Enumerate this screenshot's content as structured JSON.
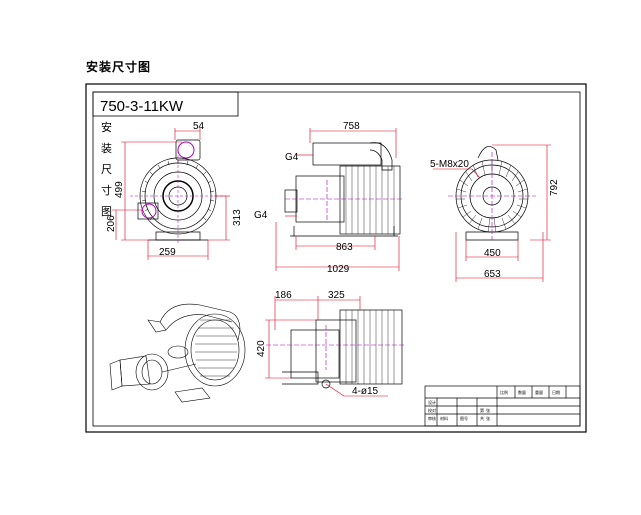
{
  "page": {
    "title": "安装尺寸图"
  },
  "drawing": {
    "model": "750-3-11KW",
    "side_label": [
      "安",
      "装",
      "尺",
      "寸",
      "图"
    ],
    "colors": {
      "line": "#000000",
      "dimension": "#e0001a",
      "centerline": "#b000c0"
    },
    "front_view": {
      "dims": {
        "outlet_offset": "54",
        "height": "499",
        "inlet_height": "206",
        "center_height": "313",
        "base_width": "259"
      }
    },
    "side_view": {
      "dims": {
        "overall_top": "758",
        "port_top": "G4",
        "port_bottom": "G4",
        "base_length": "863",
        "overall_length": "1029"
      }
    },
    "motor_view": {
      "dims": {
        "bolt_holes": "5-M8x20",
        "height": "792",
        "base_width": "450",
        "overall_width": "653"
      }
    },
    "plan_view": {
      "dims": {
        "left_offset": "186",
        "right_width": "325",
        "depth": "420",
        "mount_holes": "4-ø15"
      }
    },
    "title_block": {
      "cells": [
        "设计",
        "校对",
        "审核",
        "比例",
        "数量",
        "重量",
        "日期",
        "材料",
        "图号",
        "共",
        "张",
        "第",
        "张"
      ]
    }
  }
}
